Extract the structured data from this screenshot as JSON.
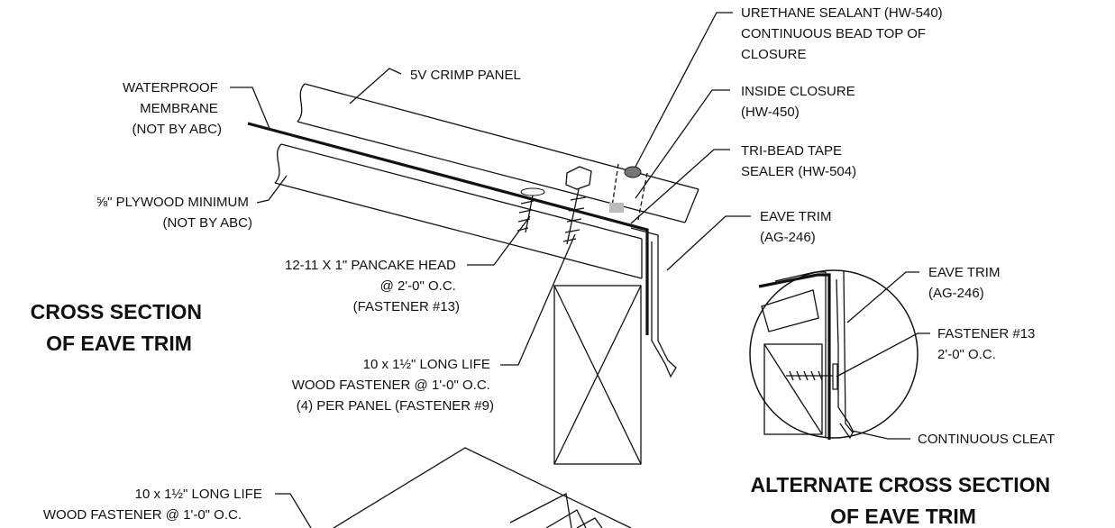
{
  "main_section": {
    "title_line1": "CROSS SECTION",
    "title_line2": "OF EAVE TRIM",
    "callouts": {
      "urethane_sealant": [
        "URETHANE SEALANT (HW-540)",
        "CONTINUOUS BEAD TOP OF",
        "CLOSURE"
      ],
      "crimp_panel": [
        "5V CRIMP PANEL"
      ],
      "waterproof_membrane": [
        "WATERPROOF",
        "MEMBRANE",
        "(NOT BY ABC)"
      ],
      "inside_closure": [
        "INSIDE CLOSURE",
        "(HW-450)"
      ],
      "tri_bead_tape": [
        "TRI-BEAD TAPE",
        "SEALER (HW-504)"
      ],
      "plywood": [
        "⅝\" PLYWOOD MINIMUM",
        "(NOT BY ABC)"
      ],
      "eave_trim": [
        "EAVE TRIM",
        "(AG-246)"
      ],
      "pancake_head": [
        "12-11 X 1\" PANCAKE HEAD",
        "@ 2'-0\" O.C.",
        "(FASTENER #13)"
      ],
      "long_life_fastener": [
        "10 x 1½\" LONG LIFE",
        "WOOD FASTENER @ 1'-0\" O.C.",
        "(4) PER PANEL (FASTENER #9)"
      ]
    }
  },
  "alternate_section": {
    "title_line1": "ALTERNATE CROSS SECTION",
    "title_line2": "OF EAVE TRIM",
    "callouts": {
      "eave_trim": [
        "EAVE TRIM",
        "(AG-246)"
      ],
      "fastener": [
        "FASTENER #13",
        "2'-0\" O.C."
      ],
      "cleat": [
        "CONTINUOUS CLEAT"
      ]
    }
  },
  "lower_detail": {
    "callouts": {
      "long_life_fastener": [
        "10 x 1½\" LONG LIFE",
        "WOOD FASTENER @ 1'-0\" O.C."
      ]
    }
  }
}
